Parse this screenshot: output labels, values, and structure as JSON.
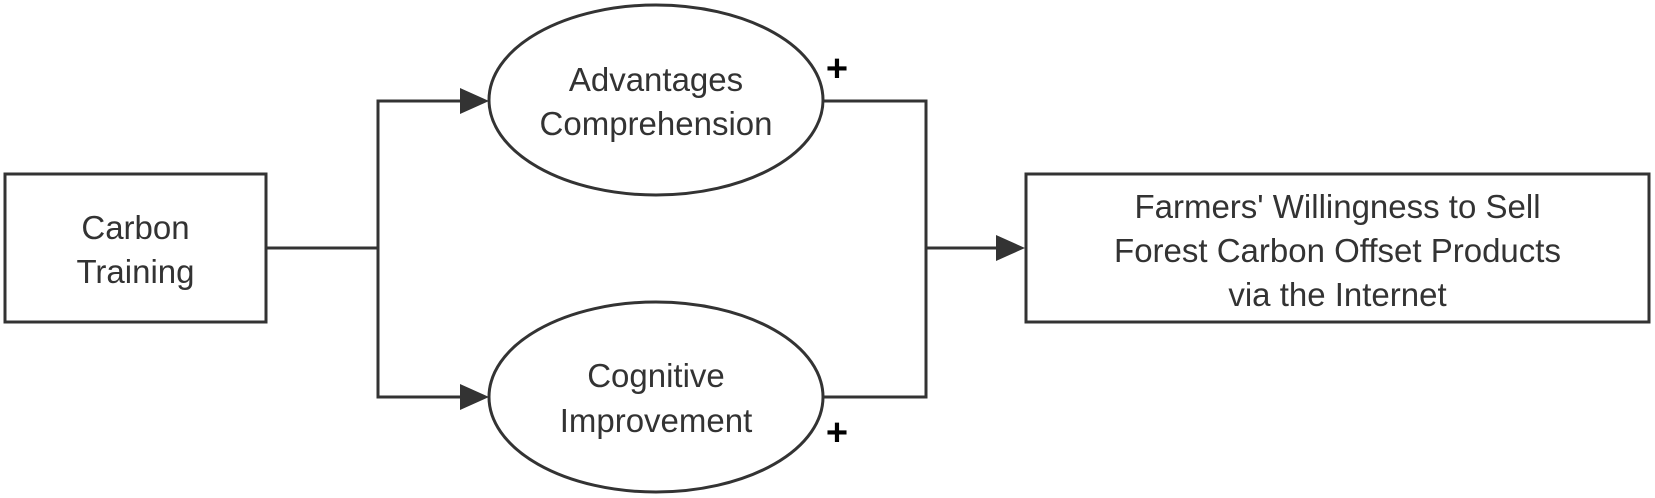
{
  "diagram": {
    "nodes": {
      "carbon_training": {
        "lines": [
          "Carbon",
          "Training"
        ]
      },
      "advantages_comprehension": {
        "lines": [
          "Advantages",
          "Comprehension"
        ]
      },
      "cognitive_improvement": {
        "lines": [
          "Cognitive",
          "Improvement"
        ]
      },
      "willingness": {
        "lines": [
          "Farmers' Willingness to Sell",
          "Forest Carbon Offset Products",
          "via the Internet"
        ]
      }
    },
    "effects": {
      "advantages_sign": "+",
      "cognitive_sign": "+"
    },
    "colors": {
      "stroke": "#333333",
      "text": "#333333",
      "sign": "#000000",
      "background": "#ffffff"
    }
  }
}
